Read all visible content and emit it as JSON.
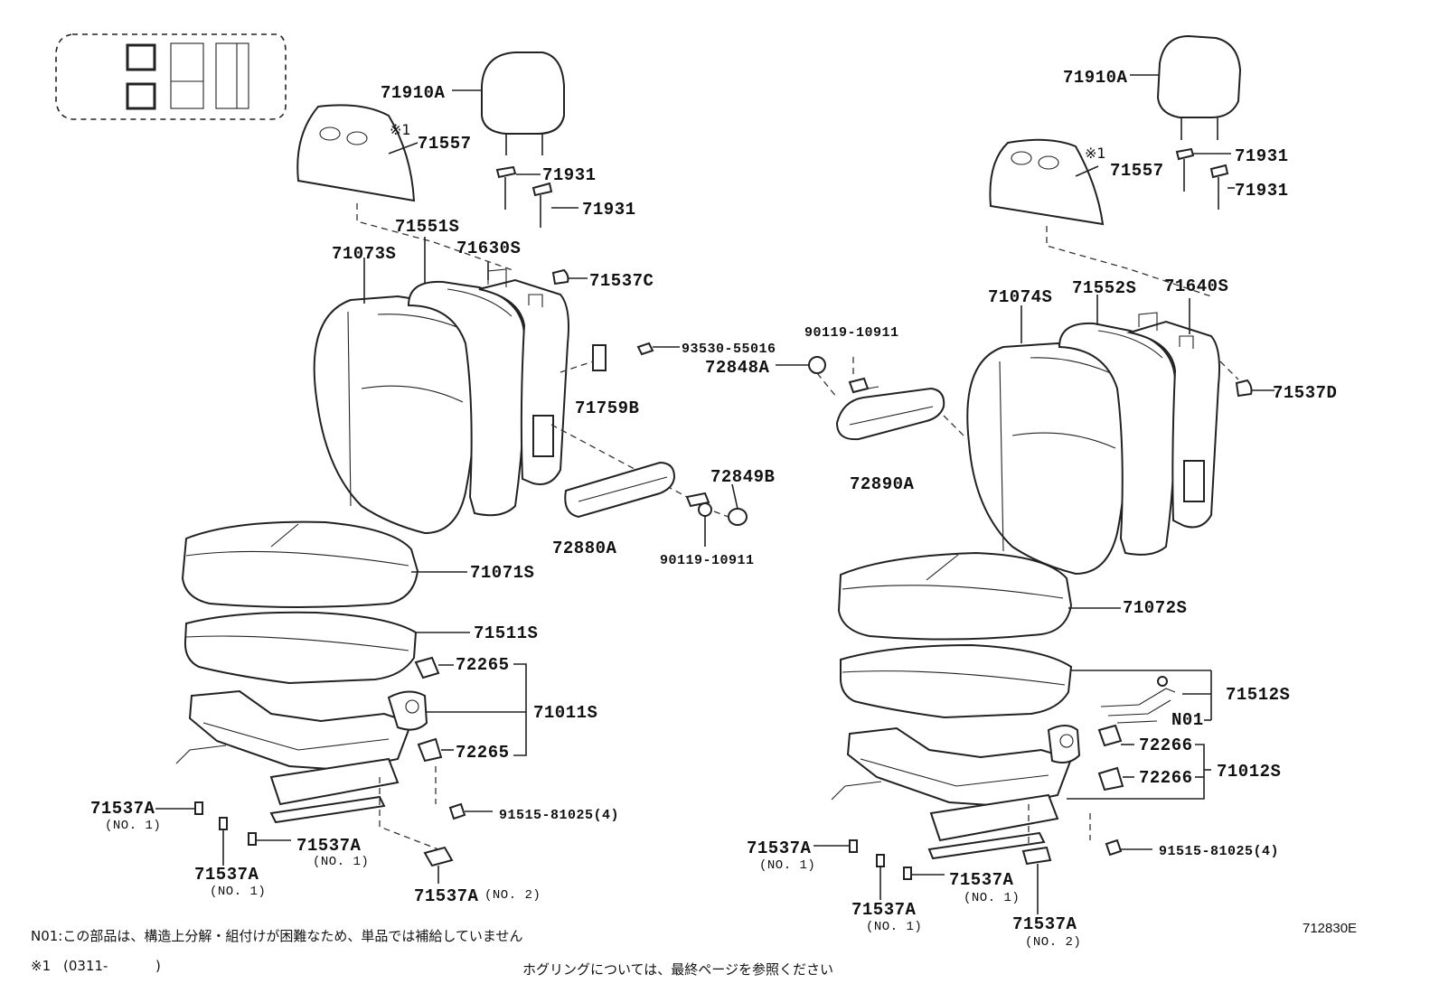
{
  "labels": {
    "l71910a": "71910A",
    "l71557": "71557",
    "l71931a": "71931",
    "l71931b": "71931",
    "l71551s": "71551S",
    "l71630s": "71630S",
    "l71073s": "71073S",
    "l71537c": "71537C",
    "l93530": "93530-55016",
    "l71759b": "71759B",
    "l72849b": "72849B",
    "l72880a": "72880A",
    "l90119b": "90119-10911",
    "l71071s": "71071S",
    "l71511s": "71511S",
    "l72265a": "72265",
    "l71011s": "71011S",
    "l72265b": "72265",
    "l91515l": "91515-81025(4)",
    "l71537a1": "71537A",
    "l71537a2": "71537A",
    "l71537a3": "71537A",
    "l71537a4": "71537A",
    "r71910a": "71910A",
    "r71557": "71557",
    "r71931a": "71931",
    "r71931b": "71931",
    "r71074s": "71074S",
    "r71552s": "71552S",
    "r71640s": "71640S",
    "r71537d": "71537D",
    "r90119a": "90119-10911",
    "r72848a": "72848A",
    "r72890a": "72890A",
    "r71072s": "71072S",
    "r71512s": "71512S",
    "rN01": "N01",
    "r72266a": "72266",
    "r72266b": "72266",
    "r71012s": "71012S",
    "r91515": "91515-81025(4)",
    "r71537a1": "71537A",
    "r71537a2": "71537A",
    "r71537a3": "71537A",
    "r71537a4": "71537A"
  },
  "subs": {
    "no1": "(NO. 1)",
    "no2": "(NO. 2)"
  },
  "mark": "※1",
  "notes": {
    "n01": "N01:この部品は、構造上分解・組付けが困難なため、単品では補給していません",
    "mark1_prefix": "※1",
    "mark1_range": "(0311-",
    "mark1_close": ")",
    "grommet": "ホグリングについては、最終ページを参照ください",
    "diagram_code": "712830E"
  }
}
